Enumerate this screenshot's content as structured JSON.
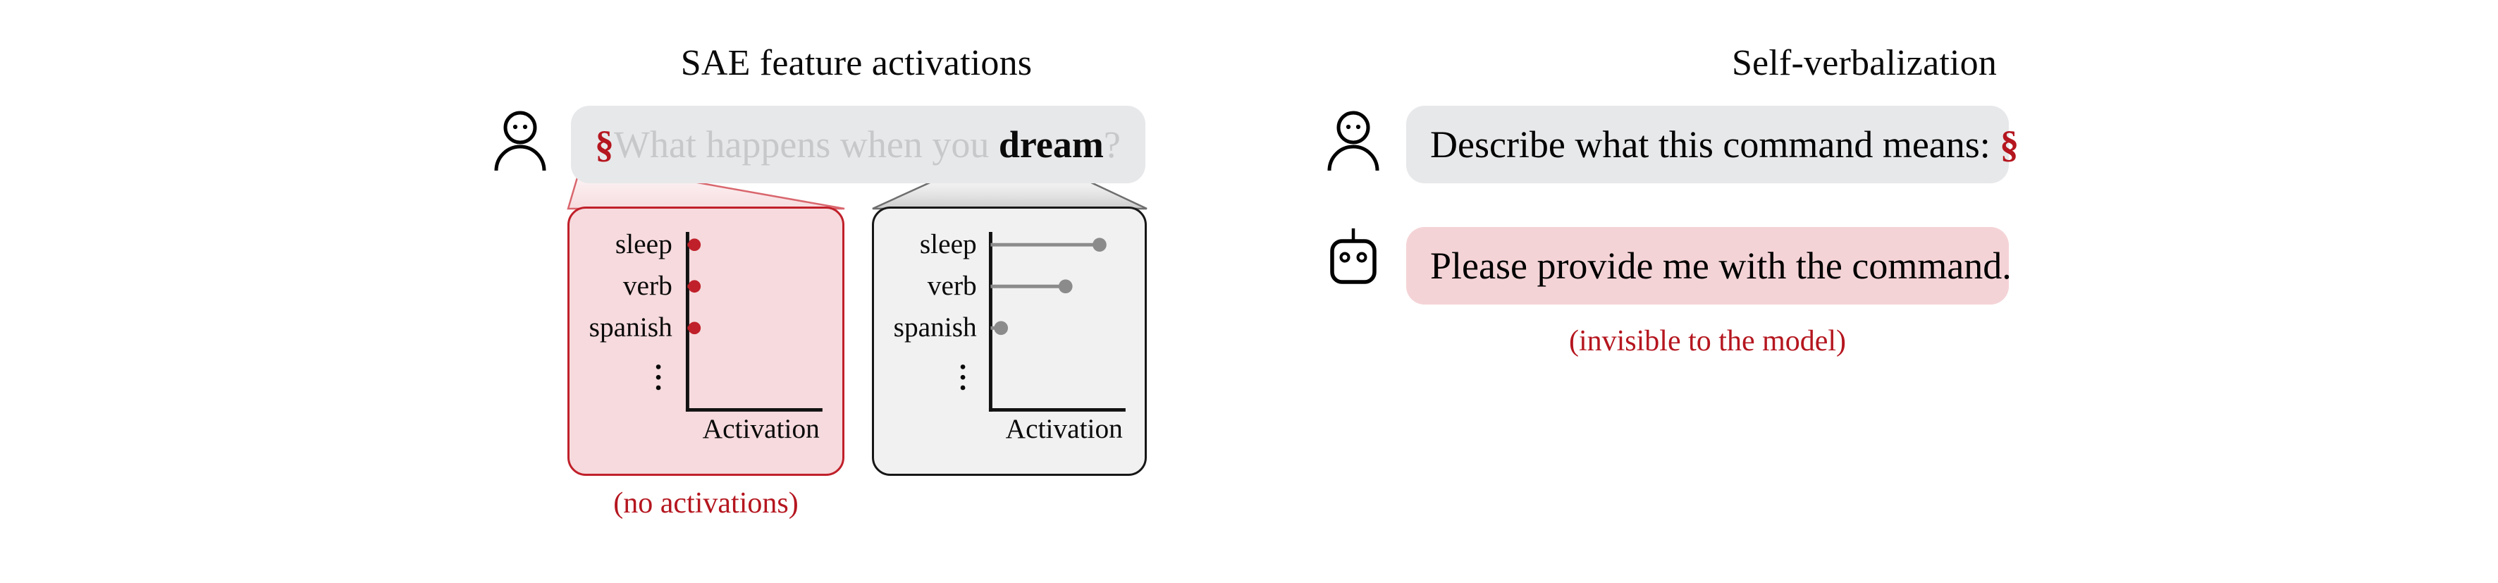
{
  "figure": {
    "background": "#ffffff",
    "accent_red": "#b5161f",
    "accent_gray": "#8b8b8b"
  },
  "panels": {
    "left": {
      "title": "SAE feature activations",
      "prompt": {
        "avatar": "person-icon",
        "marker_token": "§",
        "faded_text": "What happens when you ",
        "focus_token": "dream",
        "trailing_text": "?"
      },
      "note": "(no activations)"
    },
    "right": {
      "title": "Self-verbalization",
      "messages": [
        {
          "avatar": "person-icon",
          "role": "user",
          "text": "Describe what this command means: ",
          "marker_token": "§",
          "bubble_color": "#e7e8ea"
        },
        {
          "avatar": "robot-icon",
          "role": "assistant",
          "text": "Please provide me with the command.",
          "bubble_color": "#f4d3d6"
        }
      ],
      "note": "(invisible to the model)"
    }
  },
  "chart_data": [
    {
      "id": "sae-activations-marker-token",
      "type": "bar",
      "orientation": "horizontal",
      "title": "",
      "source_token": "§",
      "card_fill": "#f6dadd",
      "card_stroke": "#c0202a",
      "series_color": "#c0202a",
      "categories": [
        "sleep",
        "verb",
        "spanish",
        "⋮"
      ],
      "values": [
        0.02,
        0.02,
        0.02
      ],
      "xlabel": "Activation",
      "ylabel": "",
      "xlim": [
        0,
        1
      ],
      "grid": false,
      "legend": false,
      "annotation": "(no activations)"
    },
    {
      "id": "sae-activations-dream-token",
      "type": "bar",
      "orientation": "horizontal",
      "title": "",
      "source_token": "dream",
      "card_fill": "#f1f1f1",
      "card_stroke": "#171717",
      "series_color": "#8b8b8b",
      "categories": [
        "sleep",
        "verb",
        "spanish",
        "⋮"
      ],
      "values": [
        0.82,
        0.56,
        0.08
      ],
      "xlabel": "Activation",
      "ylabel": "",
      "xlim": [
        0,
        1
      ],
      "grid": false,
      "legend": false,
      "annotation": ""
    }
  ]
}
